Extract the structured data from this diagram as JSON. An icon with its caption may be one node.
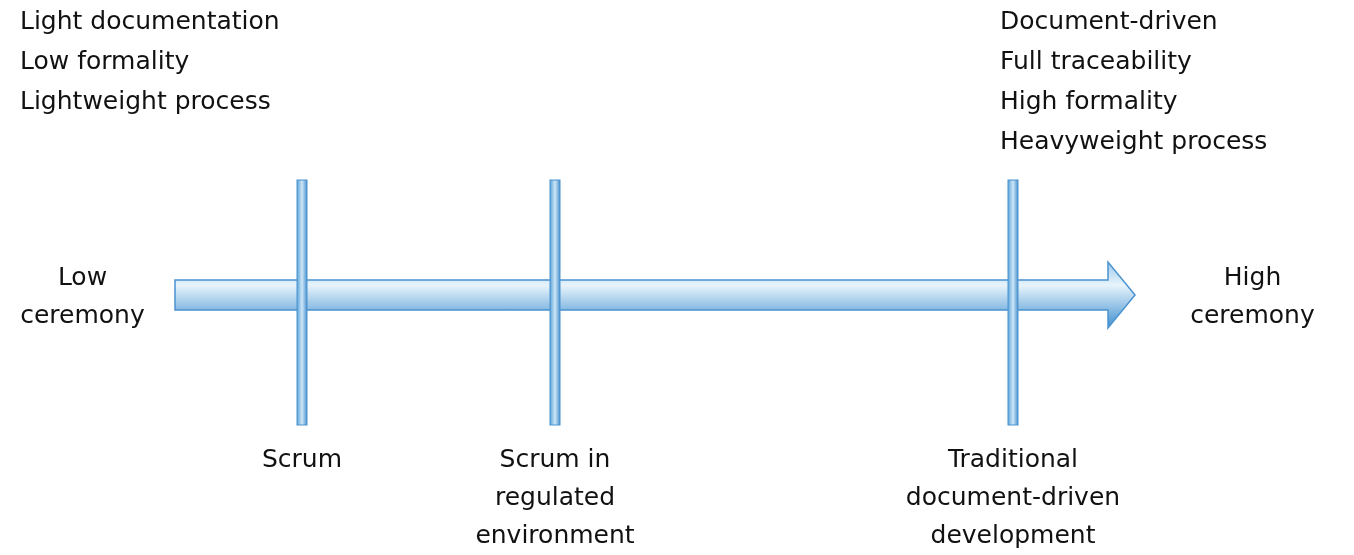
{
  "diagram": {
    "labels": [
      "Light documentation",
      "Low formality",
      "Lightweight process",
      "Document-driven",
      "Full traceability",
      "High formality",
      "Heavyweight process",
      "Low ceremony",
      "High ceremony",
      "Scrum",
      "Scrum in regulated environment",
      "Traditional document-driven development"
    ]
  }
}
